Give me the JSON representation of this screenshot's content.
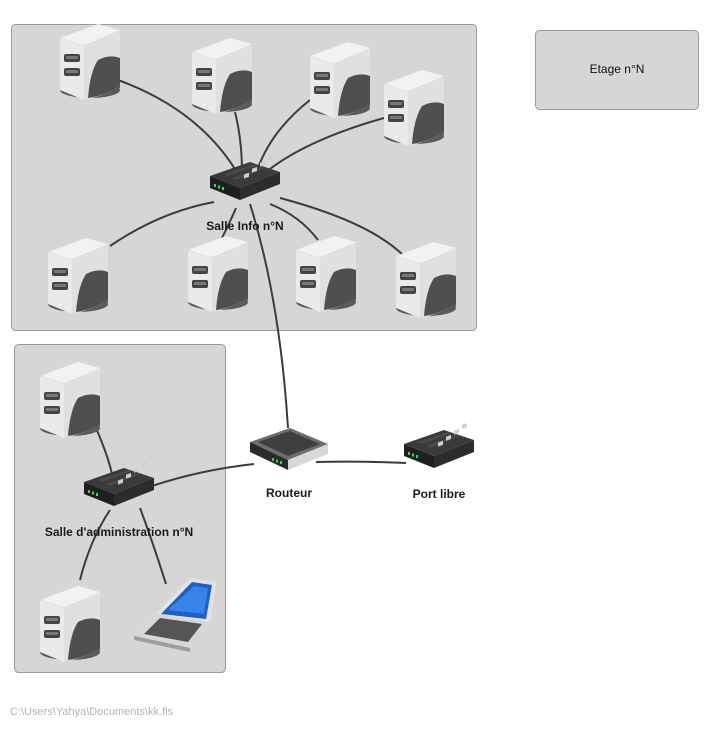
{
  "zones": {
    "etage_label": "Etage n°N"
  },
  "devices": {
    "switch_salle_info": "Salle Info n°N",
    "switch_salle_admin": "Salle d'administration n°N",
    "router": "Routeur",
    "switch_port_libre": "Port libre"
  },
  "footer": {
    "file_path": "C:\\Users\\Yahya\\Documents\\kk.fls"
  }
}
